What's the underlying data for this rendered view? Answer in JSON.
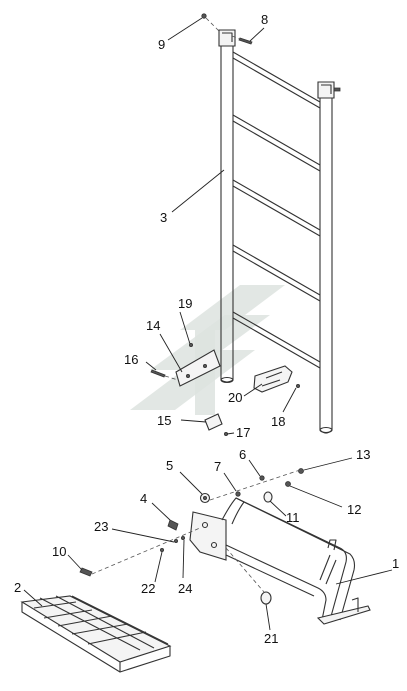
{
  "callouts": [
    {
      "id": "c1",
      "label": "1"
    },
    {
      "id": "c2",
      "label": "2"
    },
    {
      "id": "c3",
      "label": "3"
    },
    {
      "id": "c4",
      "label": "4"
    },
    {
      "id": "c5",
      "label": "5"
    },
    {
      "id": "c6",
      "label": "6"
    },
    {
      "id": "c7",
      "label": "7"
    },
    {
      "id": "c8",
      "label": "8"
    },
    {
      "id": "c9",
      "label": "9"
    },
    {
      "id": "c10",
      "label": "10"
    },
    {
      "id": "c11",
      "label": "11"
    },
    {
      "id": "c12",
      "label": "12"
    },
    {
      "id": "c13",
      "label": "13"
    },
    {
      "id": "c14",
      "label": "14"
    },
    {
      "id": "c15",
      "label": "15"
    },
    {
      "id": "c16",
      "label": "16"
    },
    {
      "id": "c17",
      "label": "17"
    },
    {
      "id": "c18",
      "label": "18"
    },
    {
      "id": "c19",
      "label": "19"
    },
    {
      "id": "c20",
      "label": "20"
    },
    {
      "id": "c21",
      "label": "21"
    },
    {
      "id": "c22",
      "label": "22"
    },
    {
      "id": "c23",
      "label": "23"
    },
    {
      "id": "c24",
      "label": "24"
    }
  ],
  "colors": {
    "line": "#333333",
    "watermark": "#dde3df"
  }
}
